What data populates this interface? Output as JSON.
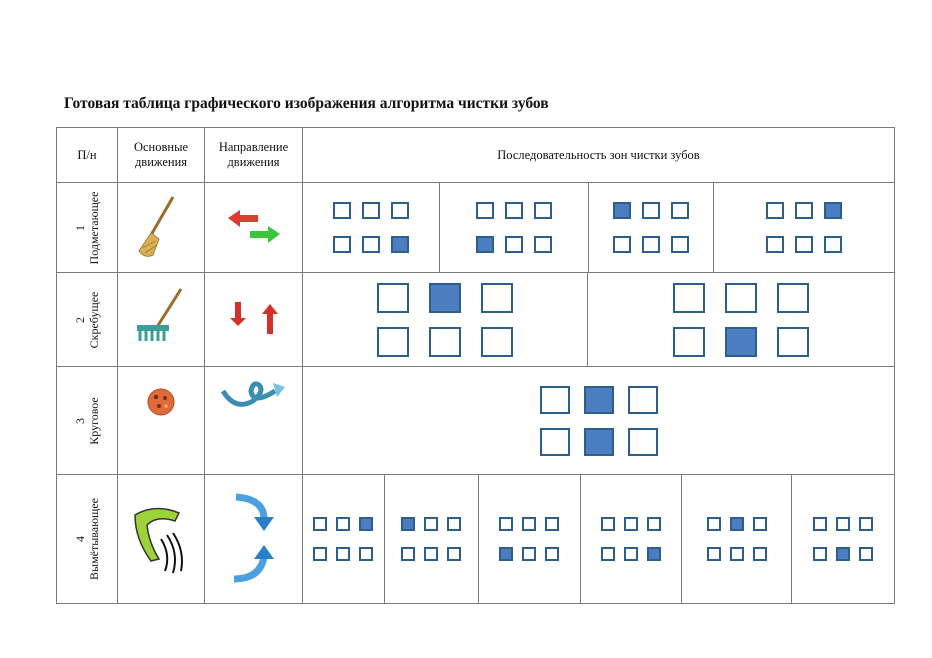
{
  "title": "Готовая таблица графического изображения алгоритма чистки зубов",
  "header": {
    "col_num": "П/н",
    "col_moves": "Основные движения",
    "col_direction": "Направление движения",
    "col_sequence": "Последовательность зон чистки зубов"
  },
  "rows": [
    {
      "num": "1",
      "name": "Подметающее",
      "size": "sm",
      "motion_icon": "broom-icon",
      "direction_icon": "left-right-arrows-icon",
      "sequences": [
        {
          "filled": [
            5
          ]
        },
        {
          "filled": [
            3
          ]
        },
        {
          "filled": [
            0
          ]
        },
        {
          "filled": [
            2
          ]
        }
      ]
    },
    {
      "num": "2",
      "name": "Скребущее",
      "size": "lg",
      "motion_icon": "rake-icon",
      "direction_icon": "up-down-arrows-icon",
      "sequences": [
        {
          "filled": [
            1
          ]
        },
        {
          "filled": [
            4
          ]
        }
      ]
    },
    {
      "num": "3",
      "name": "Круговое",
      "size": "md",
      "motion_icon": "ball-icon",
      "direction_icon": "loop-arrow-icon",
      "sequences": [
        {
          "filled": [
            1,
            4
          ]
        }
      ]
    },
    {
      "num": "4",
      "name": "Вымётывающее",
      "size": "xs",
      "motion_icon": "boomerang-icon",
      "direction_icon": "curved-arrows-icon",
      "sequences": [
        {
          "filled": [
            2
          ]
        },
        {
          "filled": [
            0
          ]
        },
        {
          "filled": [
            3
          ]
        },
        {
          "filled": [
            5
          ]
        },
        {
          "filled": [
            1
          ]
        },
        {
          "filled": [
            4
          ]
        }
      ]
    }
  ]
}
